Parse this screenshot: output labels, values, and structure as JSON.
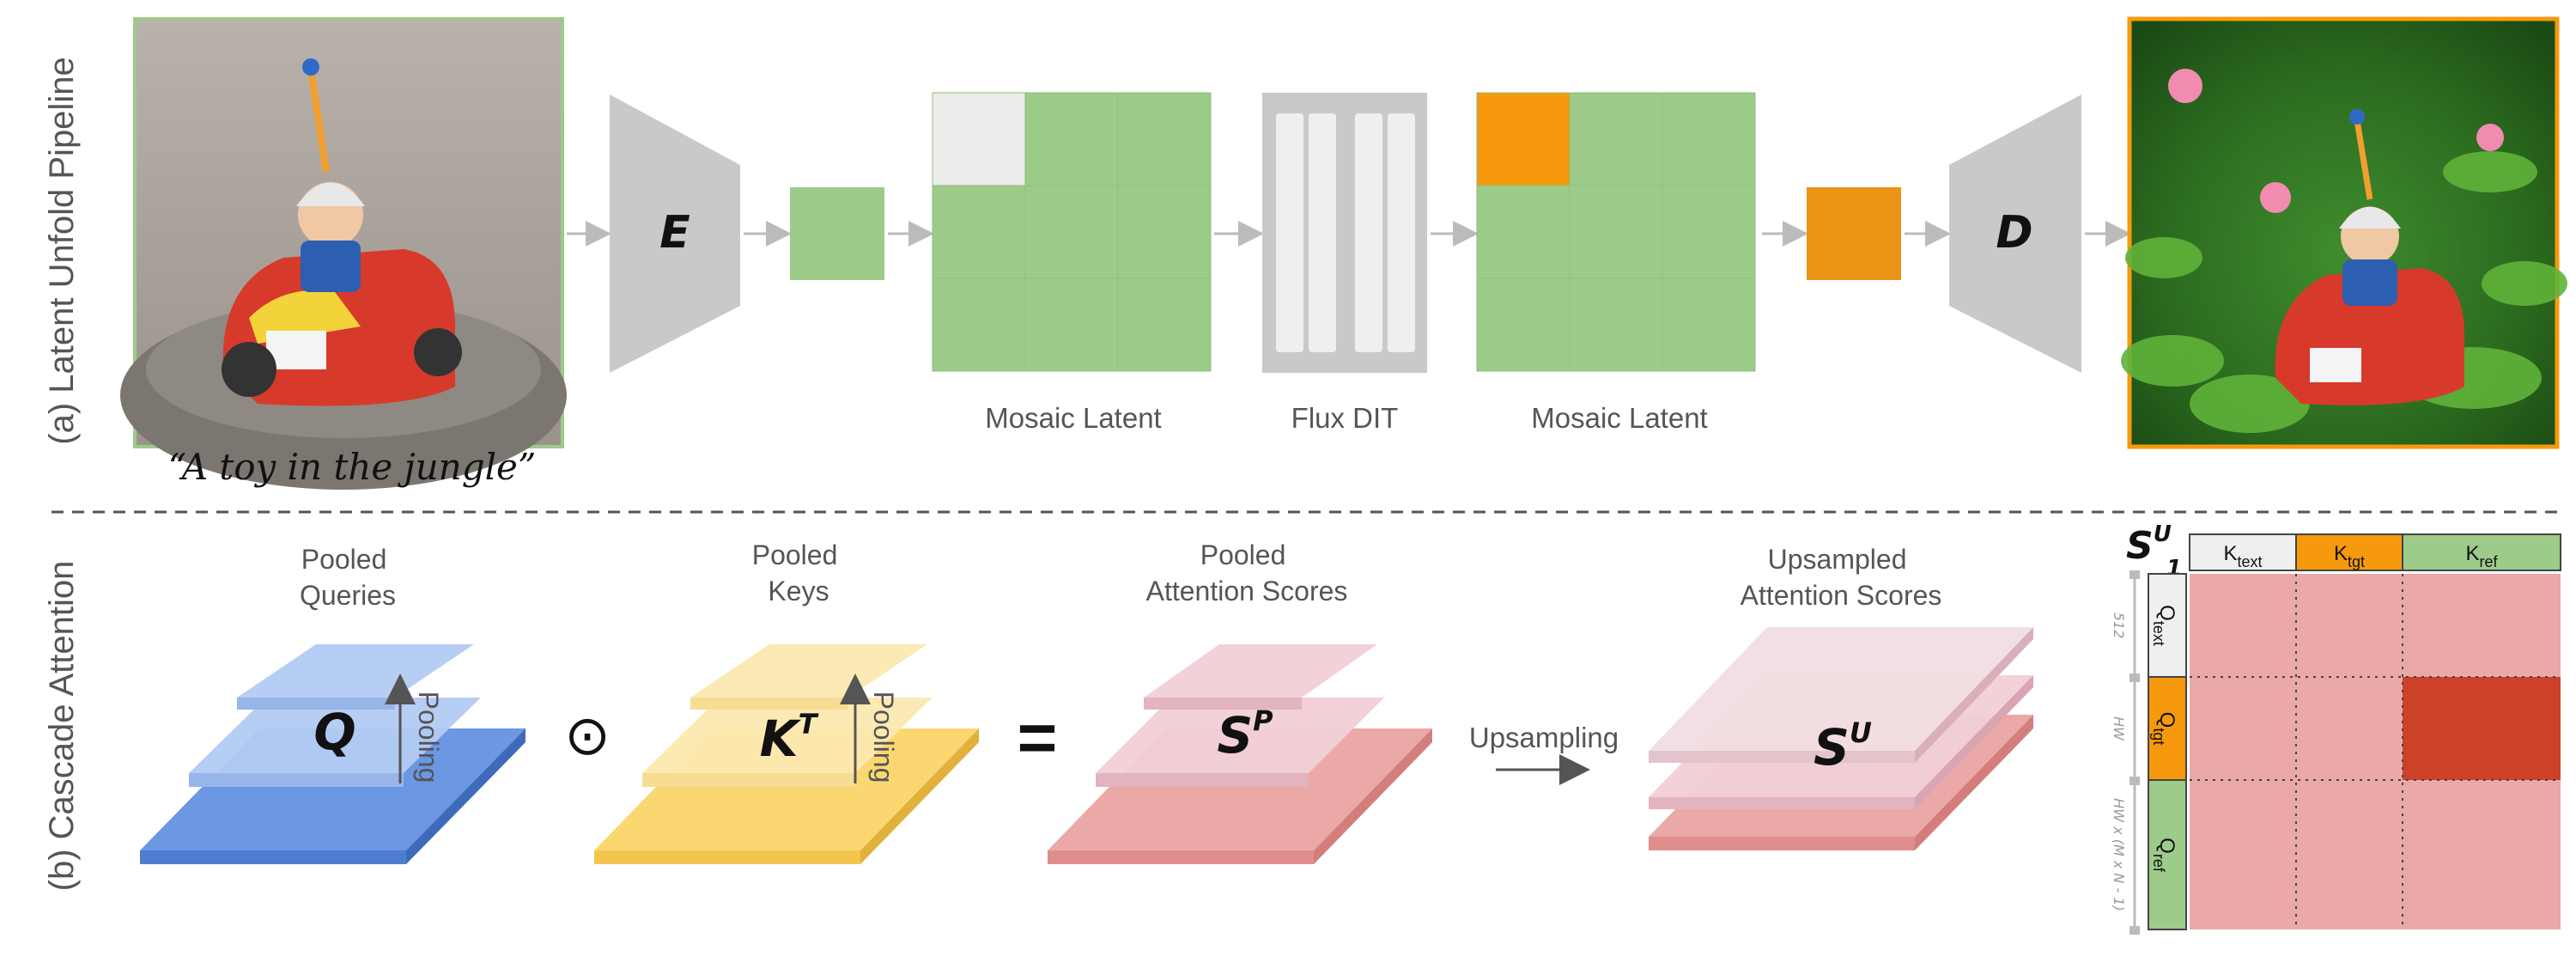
{
  "panel_a": {
    "title": "(a) Latent Unfold Pipeline",
    "input_caption": "“A toy in the jungle”",
    "encoder_label": "E",
    "decoder_label": "D",
    "mosaic_label_1": "Mosaic Latent",
    "dit_label": "Flux DIT",
    "mosaic_label_2": "Mosaic Latent"
  },
  "panel_b": {
    "title": "(b) Cascade Attention",
    "pooled_queries": [
      "Pooled",
      "Queries"
    ],
    "pooled_keys": [
      "Pooled",
      "Keys"
    ],
    "pooled_scores": [
      "Pooled",
      "Attention Scores"
    ],
    "upsampled_scores": [
      "Upsampled",
      "Attention Scores"
    ],
    "pooling_label": "Pooling",
    "q_symbol": "Q",
    "k_symbol": "K",
    "k_sup": "T",
    "sp_symbol": "S",
    "sp_sup": "P",
    "su_symbol": "S",
    "su_sup": "U",
    "odot": "⊙",
    "equals": "=",
    "upsampling_label": "Upsampling"
  },
  "matrix": {
    "title_base": "S",
    "title_sup": "U",
    "title_sub": "1",
    "col_headers": [
      {
        "base": "K",
        "sub": "text"
      },
      {
        "base": "K",
        "sub": "tgt"
      },
      {
        "base": "K",
        "sub": "ref"
      }
    ],
    "row_headers": [
      {
        "base": "Q",
        "sub": "text"
      },
      {
        "base": "Q",
        "sub": "tgt"
      },
      {
        "base": "Q",
        "sub": "ref"
      }
    ],
    "axis_labels": [
      "512",
      "HW",
      "HW x (M x N - 1)"
    ]
  },
  "colors": {
    "green": "#9dcb8a",
    "orange": "#f7990c",
    "pink": "#eaa9a7",
    "dark_red": "#cc4128",
    "blue": "#6b97e3",
    "yellow": "#fbd771",
    "gray": "#c9c9c9"
  }
}
